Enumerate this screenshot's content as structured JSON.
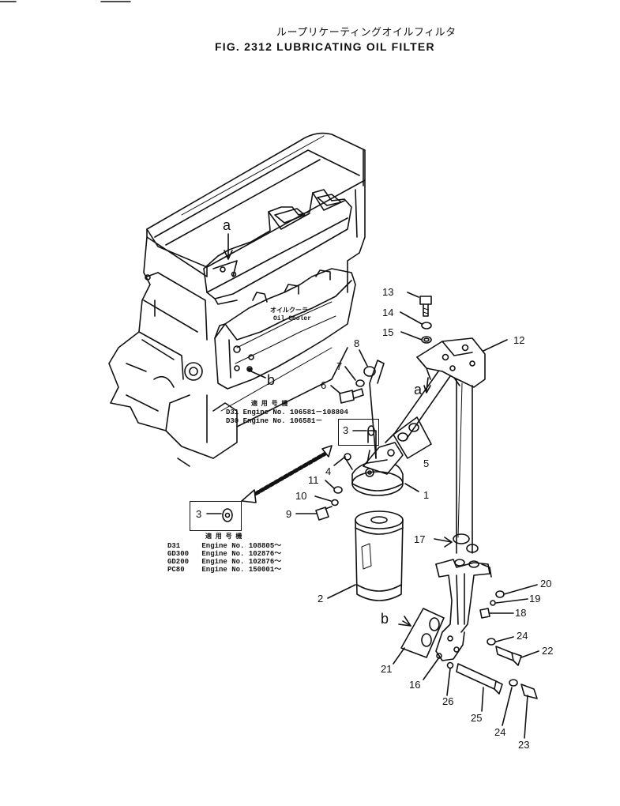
{
  "header": {
    "japanese_title": "ループリケーティングオイルフィルタ",
    "figure_title": "FIG. 2312  LUBRICATING OIL FILTER"
  },
  "labels": {
    "oil_cooler_jp": "オイルクーラ",
    "oil_cooler_en": "Oil Cooler",
    "a_upper": "a",
    "a_lower": "a",
    "b_upper": "b",
    "b_lower": "b"
  },
  "applicability_1": {
    "heading": "適 用 号 機",
    "lines": [
      {
        "model": "D31",
        "engine": "Engine No.",
        "range": "106581－108804"
      },
      {
        "model": "D30",
        "engine": "Engine No.",
        "range": "106581－"
      }
    ]
  },
  "applicability_2": {
    "heading": "適 用 号 機",
    "lines": [
      {
        "model": "D31",
        "engine": "Engine No.",
        "range": "108805～"
      },
      {
        "model": "GD300",
        "engine": "Engine No.",
        "range": "102876～"
      },
      {
        "model": "GD200",
        "engine": "Engine No.",
        "range": "102876～"
      },
      {
        "model": "PC80",
        "engine": "Engine No.",
        "range": "150001～"
      }
    ]
  },
  "callouts": {
    "c1": "1",
    "c2": "2",
    "c3a": "3",
    "c3b": "3",
    "c4": "4",
    "c5": "5",
    "c6": "6",
    "c7": "7",
    "c8": "8",
    "c9": "9",
    "c10": "10",
    "c11": "11",
    "c12": "12",
    "c13": "13",
    "c14": "14",
    "c15": "15",
    "c16": "16",
    "c17": "17",
    "c18": "18",
    "c19": "19",
    "c20": "20",
    "c21": "21",
    "c22": "22",
    "c23": "23",
    "c24a": "24",
    "c24b": "24",
    "c25": "25",
    "c26": "26"
  }
}
